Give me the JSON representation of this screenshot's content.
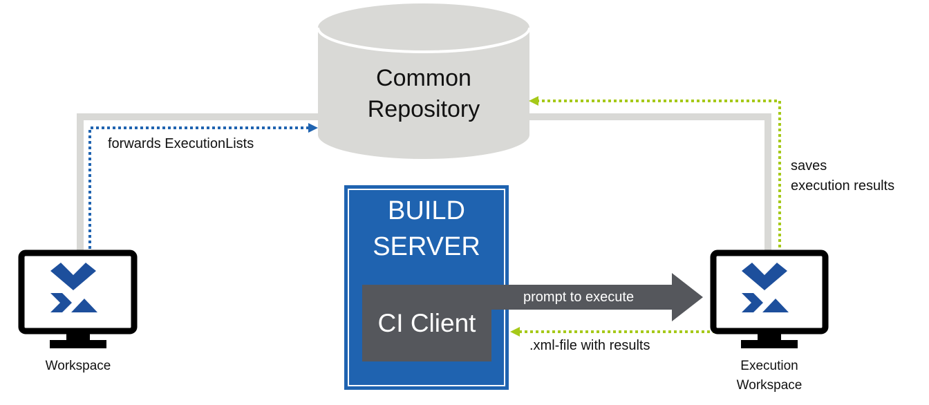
{
  "repository": {
    "line1": "Common",
    "line2": "Repository",
    "fill": "#d9d9d6"
  },
  "build_server": {
    "line1": "BUILD",
    "line2": "SERVER",
    "fill": "#1f63b0",
    "ci_client": {
      "label": "CI Client",
      "fill": "#55575c"
    }
  },
  "workspace": {
    "label": "Workspace",
    "icon": "workspace-monitor-icon"
  },
  "execution_workspace": {
    "line1": "Execution",
    "line2": "Workspace",
    "icon": "execution-monitor-icon"
  },
  "flows": {
    "forwards": "forwards ExecutionLists",
    "saves_line1": "saves",
    "saves_line2": "execution results",
    "prompt": "prompt to execute",
    "xml": ".xml-file with results"
  },
  "colors": {
    "blue_dotted": "#1f63b0",
    "green_dotted": "#a6c919",
    "connector": "#d9d9d6",
    "logo": "#1d4f9c",
    "monitor": "#000000"
  }
}
